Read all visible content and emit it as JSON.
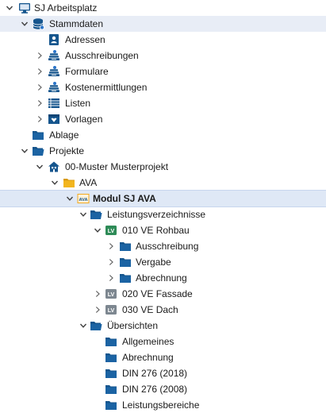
{
  "tree": {
    "root": "SJ Arbeitsplatz",
    "stammdaten": "Stammdaten",
    "adressen": "Adressen",
    "ausschreibungen": "Ausschreibungen",
    "formulare": "Formulare",
    "kostenermittlungen": "Kostenermittlungen",
    "listen": "Listen",
    "vorlagen": "Vorlagen",
    "ablage": "Ablage",
    "projekte": "Projekte",
    "musterprojekt": "00-Muster Musterprojekt",
    "ava": "AVA",
    "modul_ava": "Modul SJ AVA",
    "modul_badge": "AVA",
    "leistungsverzeichnisse": "Leistungsverzeichnisse",
    "lv_badge": "LV",
    "lv_010": "010 VE Rohbau",
    "ausschreibung": "Ausschreibung",
    "vergabe": "Vergabe",
    "abrechnung": "Abrechnung",
    "lv_020": "020 VE Fassade",
    "lv_030": "030 VE Dach",
    "uebersichten": "Übersichten",
    "allgemeines": "Allgemeines",
    "abrechnung2": "Abrechnung",
    "din_2018": "DIN 276 (2018)",
    "din_2008": "DIN 276 (2008)",
    "leistungsbereiche": "Leistungsbereiche"
  },
  "colors": {
    "folder_blue": "#15558d",
    "folder_yellow": "#f2b51e",
    "lv_green": "#2e8b57",
    "lv_gray": "#7d8790",
    "selection": "#dfe8f6"
  }
}
